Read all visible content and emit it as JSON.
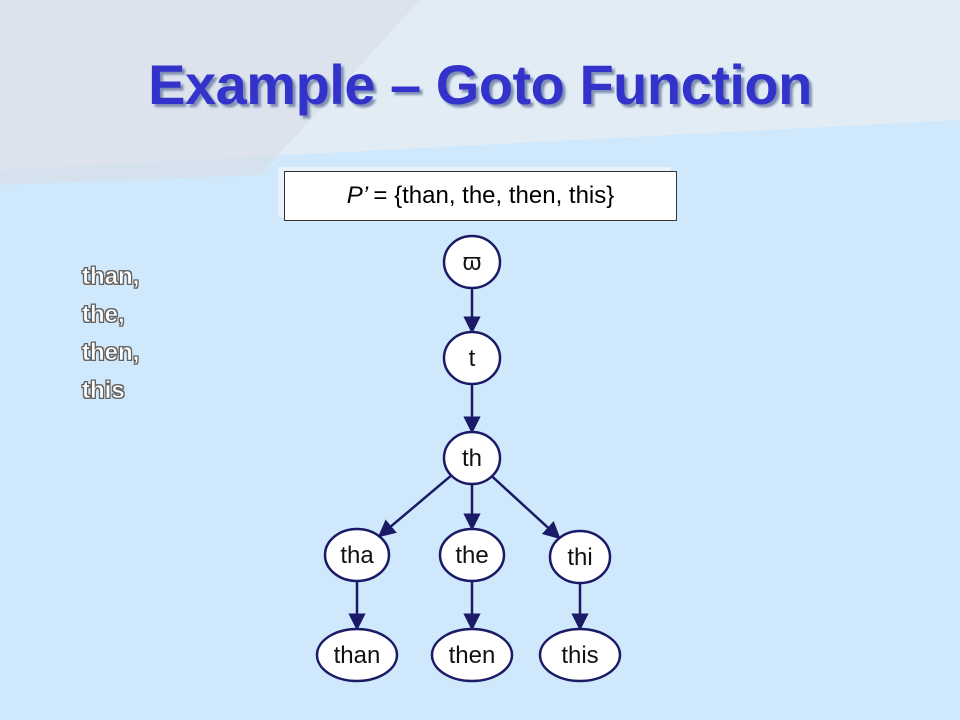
{
  "slide": {
    "title": "Example – Goto Function",
    "pattern_set": "P’ = {than, the, then, this}",
    "words": [
      "than,",
      "the,",
      "then,",
      "this"
    ]
  },
  "trie": {
    "nodes": [
      {
        "id": "root",
        "label": "ϖ"
      },
      {
        "id": "t",
        "label": "t"
      },
      {
        "id": "th",
        "label": "th"
      },
      {
        "id": "tha",
        "label": "tha"
      },
      {
        "id": "the",
        "label": "the"
      },
      {
        "id": "thi",
        "label": "thi"
      },
      {
        "id": "than",
        "label": "than"
      },
      {
        "id": "then",
        "label": "then"
      },
      {
        "id": "this",
        "label": "this"
      }
    ],
    "edges": [
      [
        "root",
        "t"
      ],
      [
        "t",
        "th"
      ],
      [
        "th",
        "tha"
      ],
      [
        "th",
        "the"
      ],
      [
        "th",
        "thi"
      ],
      [
        "tha",
        "than"
      ],
      [
        "the",
        "then"
      ],
      [
        "thi",
        "this"
      ]
    ]
  },
  "colors": {
    "background": "#cfe8fb",
    "title": "#3333cc",
    "node_stroke": "#1a1a66",
    "edge": "#1a1a66"
  }
}
